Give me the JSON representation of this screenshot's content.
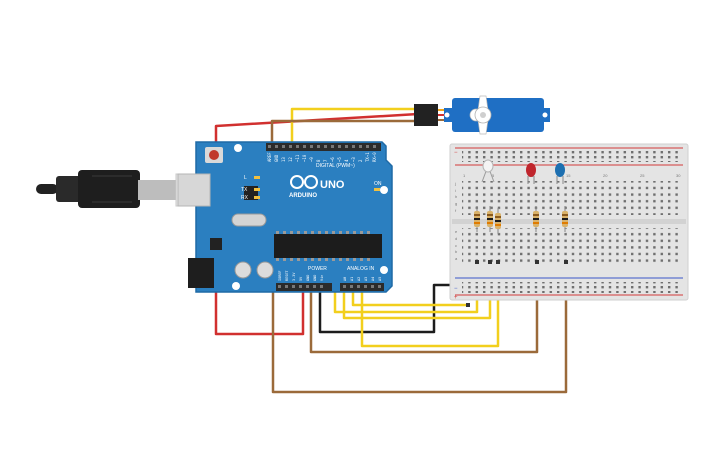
{
  "canvas": {
    "background": "#ffffff"
  },
  "arduino": {
    "brand": "ARDUINO",
    "model": "UNO",
    "digital_label": "DIGITAL (PWM~)",
    "power_label": "POWER",
    "analog_label": "ANALOG IN",
    "on_label": "ON",
    "tx_label": "TX",
    "rx_label": "RX",
    "l_label": "L",
    "top_pin_labels": [
      "AREF",
      "GND",
      "13",
      "12",
      "~11",
      "~10",
      "~9",
      "8",
      "7",
      "~6",
      "~5",
      "4",
      "~3",
      "2",
      "TX→1",
      "RX←0"
    ],
    "power_pin_labels": [
      "IOREF",
      "RESET",
      "3.3V",
      "5V",
      "GND",
      "GND",
      "Vin"
    ],
    "analog_pin_labels": [
      "A0",
      "A1",
      "A2",
      "A3",
      "A4",
      "A5"
    ],
    "colors": {
      "board": "#2b7fc0",
      "board_edge": "#1f6aa6",
      "header": "#2b2b2b",
      "reset": "#c0392b"
    }
  },
  "usb_cable": {
    "colors": {
      "body": "#222222",
      "plug": "#e6e6e6"
    }
  },
  "servo": {
    "colors": {
      "body": "#1f6fc4",
      "horn": "#ffffff",
      "connector": "#222222"
    }
  },
  "breadboard": {
    "column_numbers_top": [
      "1",
      "5",
      "10",
      "15",
      "20",
      "25",
      "30"
    ],
    "row_letters": [
      "a",
      "b",
      "c",
      "d",
      "e",
      "f",
      "g",
      "h",
      "i",
      "j"
    ],
    "colors": {
      "body": "#e4e4e4",
      "rail_red": "#d23a3a",
      "rail_blue": "#3a56c8"
    }
  },
  "components": {
    "led_red": {
      "color": "#c0262d"
    },
    "led_blue": {
      "color": "#1d6fb0"
    },
    "resistor_band_colors": [
      "#8a5a1e",
      "#1a1a1a",
      "#e07b00",
      "#c8a14a"
    ]
  },
  "wires": {
    "red": "#d1302f",
    "yellow": "#f2cf1d",
    "brown": "#9b6a3a",
    "black": "#1c1c1c",
    "orange": "#e8a31a"
  }
}
